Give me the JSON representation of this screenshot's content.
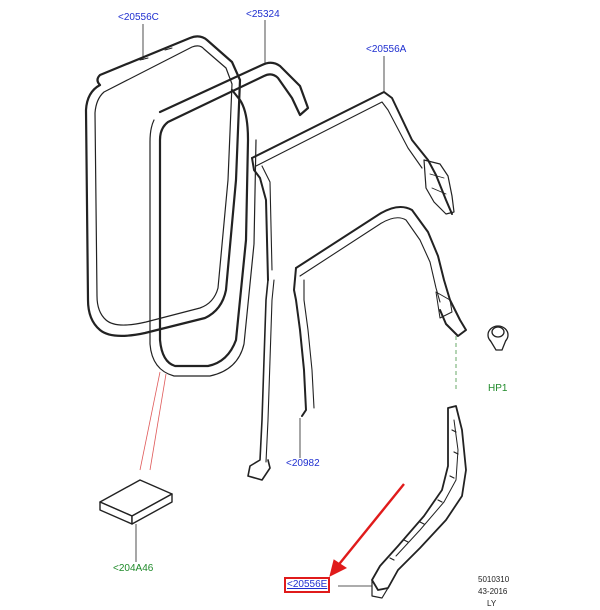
{
  "callouts": {
    "outer_seal": "<20556C",
    "body_seal": "<25324",
    "glass_run": "<20556A",
    "belt_seal": "<20982",
    "clip": "HP1",
    "adhesive_pack": "<204A46",
    "lower_seal": "<20556E"
  },
  "reference": {
    "code": "5010310",
    "date": "43-2016",
    "model": "LY"
  },
  "colors": {
    "callout_blue": "#1f2fd0",
    "callout_green": "#1f8a2a",
    "highlight_red": "#e01b1b",
    "line": "#222222"
  }
}
